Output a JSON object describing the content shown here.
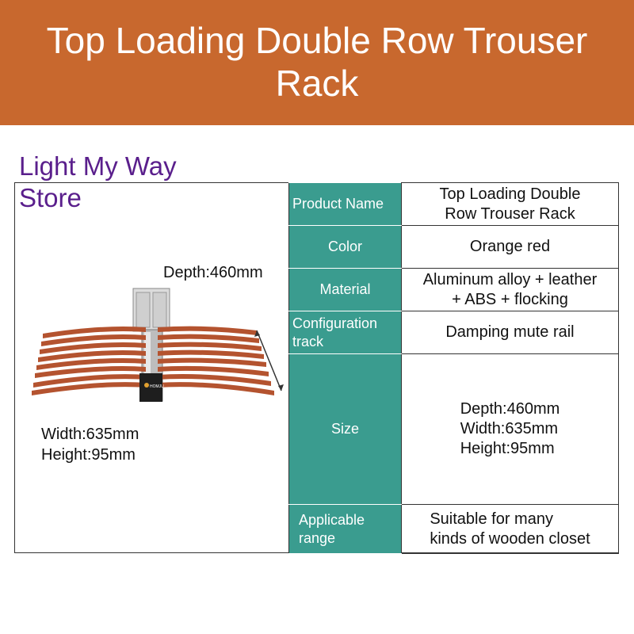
{
  "banner": {
    "title": "Top Loading Double Row Trouser Rack"
  },
  "store": {
    "name": "Light My Way Store"
  },
  "dimensions": {
    "depth": "Depth:460mm",
    "width": "Width:635mm",
    "height": "Height:95mm"
  },
  "product_image": {
    "logo_text": "HOMJU"
  },
  "specs": {
    "product_name": {
      "label": "Product Name",
      "lines": [
        "Top Loading Double",
        "Row Trouser Rack"
      ]
    },
    "color": {
      "label": "Color",
      "value": "Orange red"
    },
    "material": {
      "label": "Material",
      "lines": [
        "Aluminum alloy + leather",
        "+ ABS + flocking"
      ]
    },
    "configuration": {
      "label": "Configuration track",
      "value": "Damping mute rail"
    },
    "size": {
      "label": "Size",
      "lines": [
        "Depth:460mm",
        "Width:635mm",
        "Height:95mm"
      ]
    },
    "applicable_range": {
      "label": "Applicable range",
      "lines": [
        "Suitable for many",
        "kinds of wooden closet"
      ]
    }
  },
  "colors": {
    "banner": "#c8682e",
    "store_text": "#5a1f8c",
    "label_cell": "#3a9c8f",
    "rack_bar": "#b4532f"
  }
}
